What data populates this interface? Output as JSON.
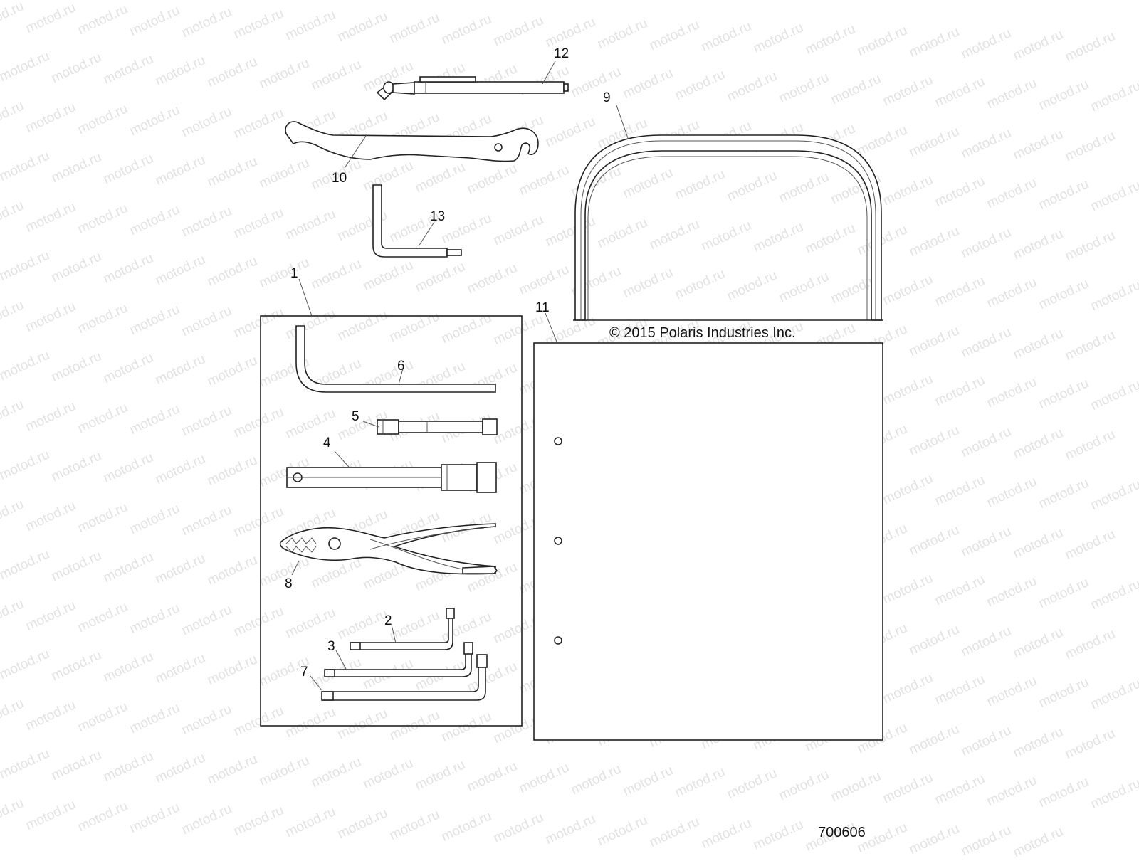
{
  "watermark": {
    "text": "motod.ru",
    "color": "#e2e2e2"
  },
  "copyright": "© 2015 Polaris Industries Inc.",
  "drawing_number": "700606",
  "callouts": {
    "c1": "1",
    "c2": "2",
    "c3": "3",
    "c4": "4",
    "c5": "5",
    "c6": "6",
    "c7": "7",
    "c8": "8",
    "c9": "9",
    "c10": "10",
    "c11": "11",
    "c12": "12",
    "c13": "13"
  },
  "icons": {
    "tool_kit_box": "tool-kit-pouch-icon",
    "hex_key_6": "allen-wrench-icon",
    "extension_5": "socket-extension-icon",
    "spark_plug_wrench_4": "spark-plug-wrench-icon",
    "pliers_8": "pliers-icon",
    "torx_wrenches": "torx-key-icon",
    "spanner_10": "spanner-wrench-icon",
    "screwdriver_12": "screwdriver-icon",
    "hex_key_13": "hex-key-icon",
    "strap_9": "strap-icon",
    "manual_11": "manual-icon"
  }
}
